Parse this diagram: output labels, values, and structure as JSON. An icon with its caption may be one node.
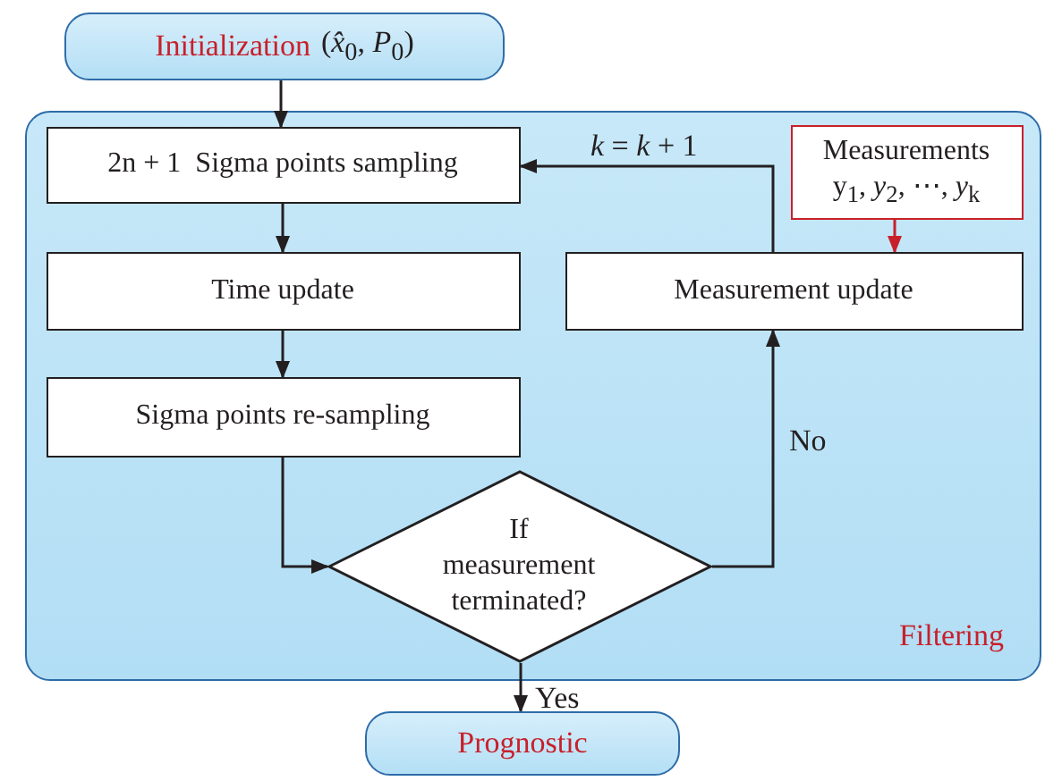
{
  "diagram": {
    "nodes": [
      {
        "text": [
          "Initialization",
          "(*x̂*$_{0}$, *P*$_{0}$)"
        ]
      },
      {
        "text": [
          "Filtering"
        ]
      },
      {
        "text": [
          "2n + 1  Sigma points sampling"
        ],
        "in": 1
      },
      {
        "text": [
          "Measurements",
          "y$_{1}$, *y*$_{2}$, ⋯, *y*$_{k}$"
        ],
        "in": 1
      },
      {
        "text": [
          "Time update"
        ],
        "in": 1
      },
      {
        "text": [
          "Measurement update"
        ],
        "in": 1
      },
      {
        "text": [
          "Sigma points re-sampling"
        ],
        "in": 1
      },
      {
        "text": [
          "If measurement terminated?"
        ],
        "in": 1
      },
      {
        "text": [
          "Prognostic"
        ]
      }
    ],
    "edges": [
      {
        "from": 0,
        "to": 2,
        "arrow": "to"
      },
      {
        "from": 2,
        "to": 4,
        "arrow": "to"
      },
      {
        "from": 4,
        "to": 6,
        "arrow": "to"
      },
      {
        "from": 6,
        "to": 7,
        "arrow": "to"
      },
      {
        "from": 7,
        "to": 5,
        "arrow": "to",
        "label": "No"
      },
      {
        "from": 5,
        "to": 2,
        "arrow": "to",
        "label": "*k* = *k* + 1"
      },
      {
        "from": 3,
        "to": 5,
        "arrow": "to",
        "color": "#c8202a"
      },
      {
        "from": 7,
        "to": 8,
        "arrow": "to",
        "label": "Yes"
      }
    ]
  }
}
